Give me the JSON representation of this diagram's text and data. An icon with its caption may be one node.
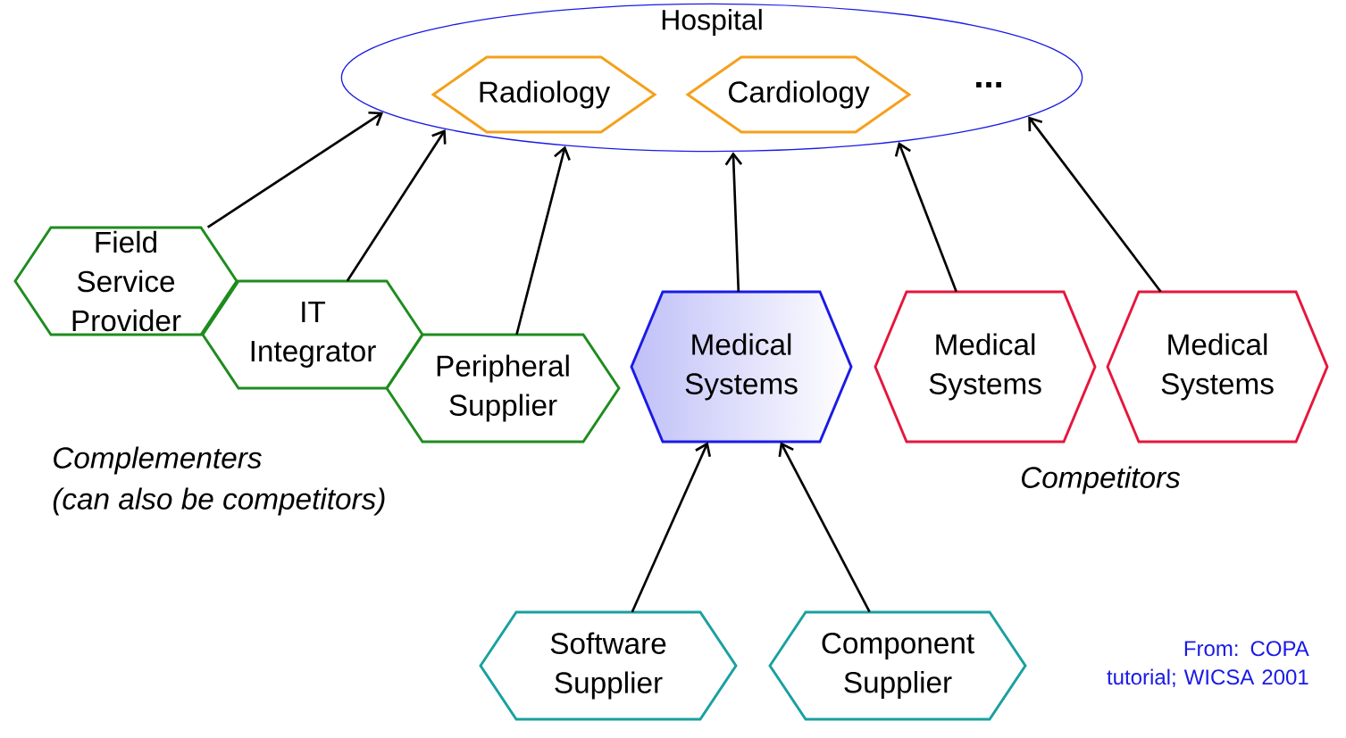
{
  "diagram": {
    "nodes": [
      {
        "text": [
          "Hospital"
        ]
      },
      {
        "text": [
          "Radiology"
        ],
        "in": 0
      },
      {
        "text": [
          "Cardiology"
        ],
        "in": 0
      },
      {
        "text": [
          "Field Service Provider"
        ]
      },
      {
        "text": [
          "IT Integrator"
        ]
      },
      {
        "text": [
          "Peripheral Supplier"
        ]
      },
      {
        "text": [
          "Medical Systems"
        ]
      },
      {
        "text": [
          "Medical Systems"
        ]
      },
      {
        "text": [
          "Medical Systems"
        ]
      },
      {
        "text": [
          "Software Supplier"
        ]
      },
      {
        "text": [
          "Component Supplier"
        ]
      }
    ],
    "edges": [
      {
        "from": 3,
        "to": 0,
        "arrow": "to"
      },
      {
        "from": 4,
        "to": 0,
        "arrow": "to"
      },
      {
        "from": 5,
        "to": 0,
        "arrow": "to"
      },
      {
        "from": 6,
        "to": 0,
        "arrow": "to"
      },
      {
        "from": 7,
        "to": 0,
        "arrow": "to"
      },
      {
        "from": 8,
        "to": 0,
        "arrow": "to"
      },
      {
        "from": 9,
        "to": 6,
        "arrow": "to"
      },
      {
        "from": 10,
        "to": 6,
        "arrow": "to"
      }
    ],
    "labels": [
      "...",
      "Complementers",
      "(can also be competitors)",
      "Competitors",
      "From: COPA tutorial; WICSA 2001"
    ]
  }
}
